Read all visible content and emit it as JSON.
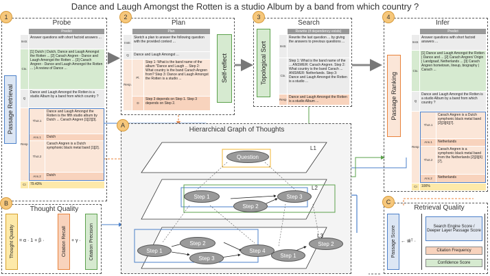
{
  "title": "Dance and Laugh Amongst the Rotten is a studio Album by a band from which country ?",
  "colors": {
    "badge": "#f6c77b",
    "green": "#d6ead0",
    "orange": "#f8d3bd",
    "yellow": "#fde9a9",
    "blue": "#4a7fc9",
    "node": "#9a9a9a"
  },
  "probe": {
    "badge": "1",
    "title": "Probe",
    "header": "Predict",
    "instr_label": "Instr.",
    "instr_text": "Answer questions with short factoid answers ...",
    "ctx_label": "Ctx.",
    "ctx_text": "[1] Dutch | Dutch, Dance and Laugh Amongst the Rotten ... [2] Carach Angren - Dance and Laugh Amongst the Rotten ... [3] Carach Angren - Dance and Laugh Amongst the Rotten ... | A review of Dance ...",
    "q_label": "Q",
    "q_text": "Dance and Laugh Amongst the Rotten is a studio Album by a band from which country ?",
    "resp_label": "Resp.",
    "thot1_label": "Thot.1",
    "thot1_text": "Dance and Laugh Amongst the Rotten is the fifth studio album by Dutch ... Carach Angren [1][2][3].",
    "ans1_label": "Ans.1",
    "ans1_text": "Dutch",
    "thot2_label": "Thot.2",
    "thot2_text": "Carach Angren is a Dutch symphonic black metal band [1][2].",
    "ans2_label": "Ans.2",
    "ans2_text": "Dutch",
    "ci_label": "CI",
    "ci_value": "79.43%"
  },
  "plan": {
    "badge": "2",
    "title": "Plan",
    "header": "Plan",
    "instr_label": "Instr.",
    "instr_text": "Sketch a plan to answer the following question with the provided context ...",
    "q_label": "Q",
    "q_text": "Dance and Laugh Amongst ...",
    "resp_label": "Resp.",
    "pl_label": "Pl.",
    "pl_text": "Step 1: What is the band name of the album \"Dance and Laugh ... Step 2: What country is the band Carach Angren from? Step 3: Dance and Laugh Amongst the Rotten is a studio ...",
    "d_label": "D",
    "d_text": "Step 3 depends on Step 1. Step 3 depends on Step 2.",
    "reflect": "Self-reflect"
  },
  "search": {
    "badge": "3",
    "title": "Search",
    "header": "Rewrite (if dependency exists)",
    "sort": "Topological Sort",
    "instr_label": "Instr.",
    "instr_text": "Rewrite the last question ... by giving the answers to previous questions ...",
    "ctx_label": "Ctx.",
    "ctx_text": "Step 1: What is the band name of the ... ANSWER: Carach Angren. Step 2: What country is the band Carach ... ANSWER: Netherlands. Step 3: Dance and Laugh Amongst the Rotten is a studio ...",
    "resp_label": "Resp.",
    "resp_text": "Dance and Laugh Amongst the Rotten is a studio Album ..."
  },
  "infer": {
    "badge": "4",
    "title": "Infer",
    "header": "Predict",
    "ranking": "Passage Ranking",
    "instr_label": "Instr.",
    "instr_text": "Answer questions with short factoid answers ...",
    "ctx_label": "Ctx.",
    "ctx_text": "[1] Dance and Laugh Amongst the Rotten | Dance and ... [2] Carach Angren/ Origin | Landgraaf, Netherlands ... [3] Carach Angren hometown, lineup, biography | Carach ...",
    "q_label": "Q",
    "q_text": "Dance and Laugh Amongst the Rotten is a studio Album by a band from which country ?",
    "resp_label": "Resp.",
    "thot1_label": "Thot.1",
    "thot1_text": "Carach Angren is a Dutch symphonic black metal band [2][3][6][7].",
    "ans1_label": "Ans.1",
    "ans1_text": "Netherlands",
    "thot2_label": "Thot.2",
    "thot2_text": "Carach Angren is a symphonic black metal band from the Netherlands [2][3][6][7].",
    "ans2_label": "Ans.2",
    "ans2_text": "Netherlands",
    "ci_label": "CI",
    "ci_value": "100%"
  },
  "retrieval_side": "Passage Retrieval",
  "graph": {
    "badge": "A",
    "title": "Hierarchical Graph of Thoughts",
    "question": "Question",
    "l1": "L1",
    "l2": "L2",
    "l3": "L3",
    "l2_step1": "Step 1",
    "l2_step2": "Step 2",
    "l2_step3": "Step 3",
    "l3_step1": "Step 1",
    "l3_step2": "Step 2",
    "l3_step3": "Step 3",
    "l3_step4": "Step 4",
    "l3_step1b": "Step 1",
    "l3_step2b": "Step 2"
  },
  "thought_quality": {
    "badge": "B",
    "title": "Thought Quality",
    "thought": "Thought Quality",
    "eq1": "= α · 1 + β ·",
    "recall": "Citation Recall",
    "eq2": "+ γ ·",
    "precision": "Citation Precision"
  },
  "retrieval_quality": {
    "badge": "C",
    "title": "Retrieval Quality",
    "passage_score": "Passage Score",
    "eq": "← w⃗ᵀ ·",
    "se": "Search Engine Score / Deeper Layer Passage Score",
    "freq": "Citation Frequency",
    "conf": "Confidence Score"
  }
}
